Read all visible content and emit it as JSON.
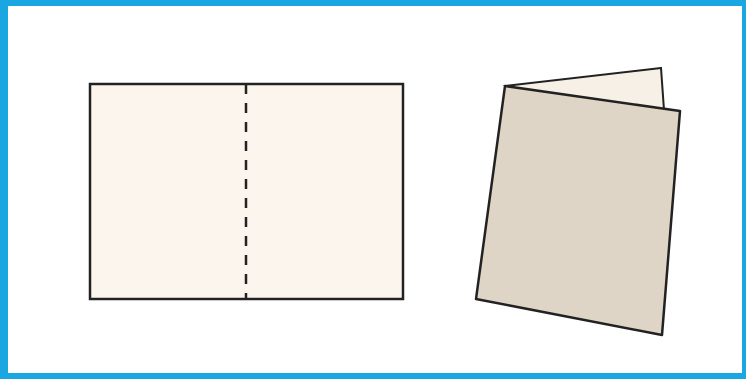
{
  "illustration": {
    "panels": [
      {
        "name": "flat-card-with-fold-line",
        "fold_line": "dashed-vertical-center"
      },
      {
        "name": "folded-card",
        "state": "folded-standing"
      }
    ],
    "colors": {
      "frame_border": "#1aa6e0",
      "paper_front": "#fbf5ee",
      "folded_front": "#dfd5c6",
      "folded_back": "#f6f0e6",
      "outline": "#222222"
    }
  }
}
